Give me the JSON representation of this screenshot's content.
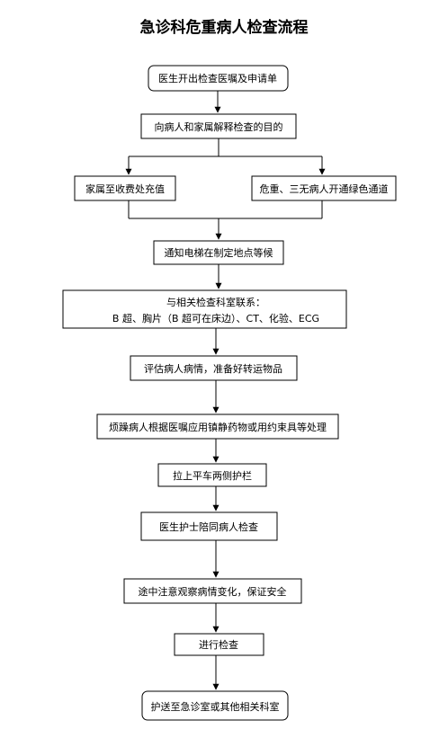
{
  "title": "急诊科危重病人检查流程",
  "steps": {
    "s1": "医生开出检查医嘱及申请单",
    "s2": "向病人和家属解释检查的目的",
    "s3a": "家属至收费处充值",
    "s3b": "危重、三无病人开通绿色通道",
    "s4": "通知电梯在制定地点等候",
    "s5_line1": "与相关检查科室联系：",
    "s5_line2": "B 超、胸片（B 超可在床边）、CT、化验、ECG",
    "s6": "评估病人病情，准备好转运物品",
    "s7": "烦躁病人根据医嘱应用镇静药物或用约束具等处理",
    "s8": "拉上平车两侧护栏",
    "s9": "医生护士陪同病人检查",
    "s10": "途中注意观察病情变化，保证安全",
    "s11": "进行检查",
    "s12": "护送至急诊室或其他相关科室"
  }
}
